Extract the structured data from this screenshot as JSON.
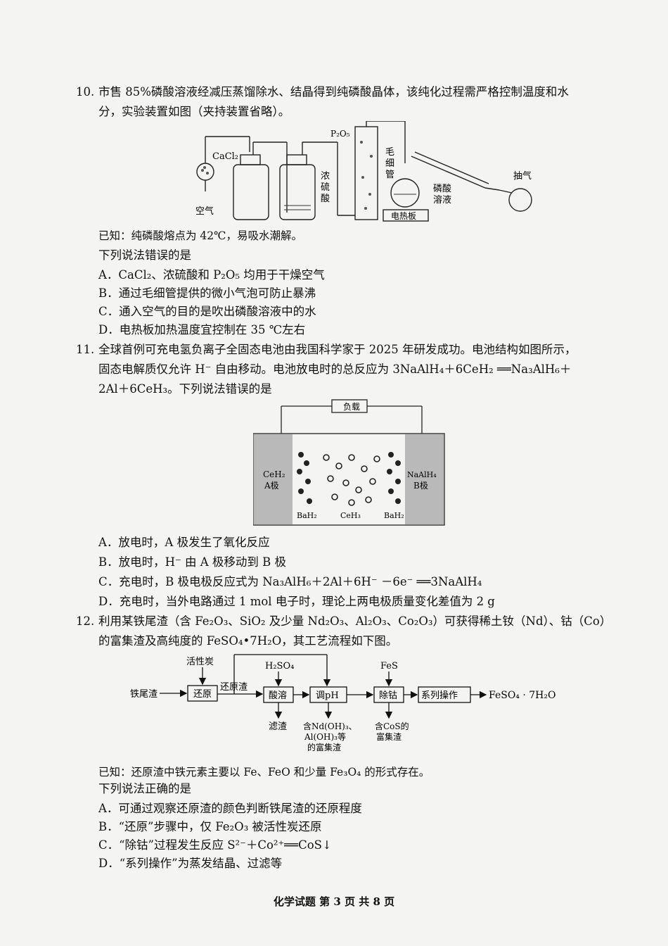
{
  "q10": {
    "num": "10.",
    "line1": "市售 85%磷酸溶液经减压蒸馏除水、结晶得到纯磷酸晶体，该纯化过程需严格控制温度和水",
    "line2": "分，实验装置如图（夹持装置省略）。",
    "fig": {
      "cacl2": "CaCl₂",
      "air": "空气",
      "h2so4": [
        "浓",
        "硫",
        "酸"
      ],
      "p2o5": "P₂O₅",
      "capillary": [
        "毛",
        "细",
        "管"
      ],
      "solution": [
        "磷酸",
        "溶液"
      ],
      "heater": "电热板",
      "pump": "抽气"
    },
    "known": "已知：纯磷酸熔点为 42℃，易吸水潮解。",
    "ask": "下列说法错误的是",
    "options": [
      "A．CaCl₂、浓硫酸和 P₂O₅ 均用于干燥空气",
      "B．通过毛细管提供的微小气泡可防止暴沸",
      "C．通入空气的目的是吹出磷酸溶液中的水",
      "D．电热板加热温度宜控制在 35 ℃左右"
    ]
  },
  "q11": {
    "num": "11.",
    "line1": "全球首例可充电氢负离子全固态电池由我国科学家于 2025 年研发成功。电池结构如图所示，",
    "line2": "固态电解质仅允许 H⁻ 自由移动。电池放电时的总反应为 3NaAlH₄＋6CeH₂ ══Na₃AlH₆＋",
    "line3": "2Al＋6CeH₃。下列说法错误的是",
    "fig": {
      "load": "负载",
      "left": [
        "CeH₂",
        "A极"
      ],
      "right": [
        "NaAlH₄",
        "B极"
      ],
      "bottom": [
        "BaH₂",
        "CeH₃",
        "BaH₂"
      ]
    },
    "options": [
      "A．放电时，A 极发生了氧化反应",
      "B．放电时，H⁻ 由 A 极移动到 B 极",
      "C．充电时，B 极电极反应式为 Na₃AlH₆＋2Al＋6H⁻ －6e⁻ ══3NaAlH₄",
      "D．充电时，当外电路通过 1 mol 电子时，理论上两电极质量变化差值为 2 g"
    ]
  },
  "q12": {
    "num": "12.",
    "line1": "利用某铁尾渣（含 Fe₂O₃、SiO₂ 及少量 Nd₂O₃、Al₂O₃、Co₂O₃）可获得稀土钕（Nd）、钴（Co）",
    "line2": "的富集渣及高纯度的 FeSO₄•7H₂O，其工艺流程如下图。",
    "flow": {
      "start": "铁尾渣",
      "carbon": "活性炭",
      "reduce": "还原",
      "reduced": "还原渣",
      "acid": "H₂SO₄",
      "dissolve": "酸溶",
      "residue": "滤渣",
      "ph": "调pH",
      "ph_out": [
        "含Nd(OH)₃、",
        "Al(OH)₃等",
        "的富集渣"
      ],
      "fes": "FeS",
      "cobalt": "除钴",
      "cos_out": [
        "含CoS的",
        "富集渣"
      ],
      "series": "系列操作",
      "product": "FeSO₄ · 7H₂O"
    },
    "known": "已知：还原渣中铁元素主要以 Fe、FeO 和少量 Fe₃O₄ 的形式存在。",
    "ask": "下列说法正确的是",
    "options": [
      "A．可通过观察还原渣的颜色判断铁尾渣的还原程度",
      "B．“还原”步骤中，仅 Fe₂O₃ 被活性炭还原",
      "C．“除钴”过程发生反应 S²⁻＋Co²⁺══CoS↓",
      "D．“系列操作”为蒸发结晶、过滤等"
    ]
  },
  "footer": "化学试题  第 3 页 共 8 页"
}
